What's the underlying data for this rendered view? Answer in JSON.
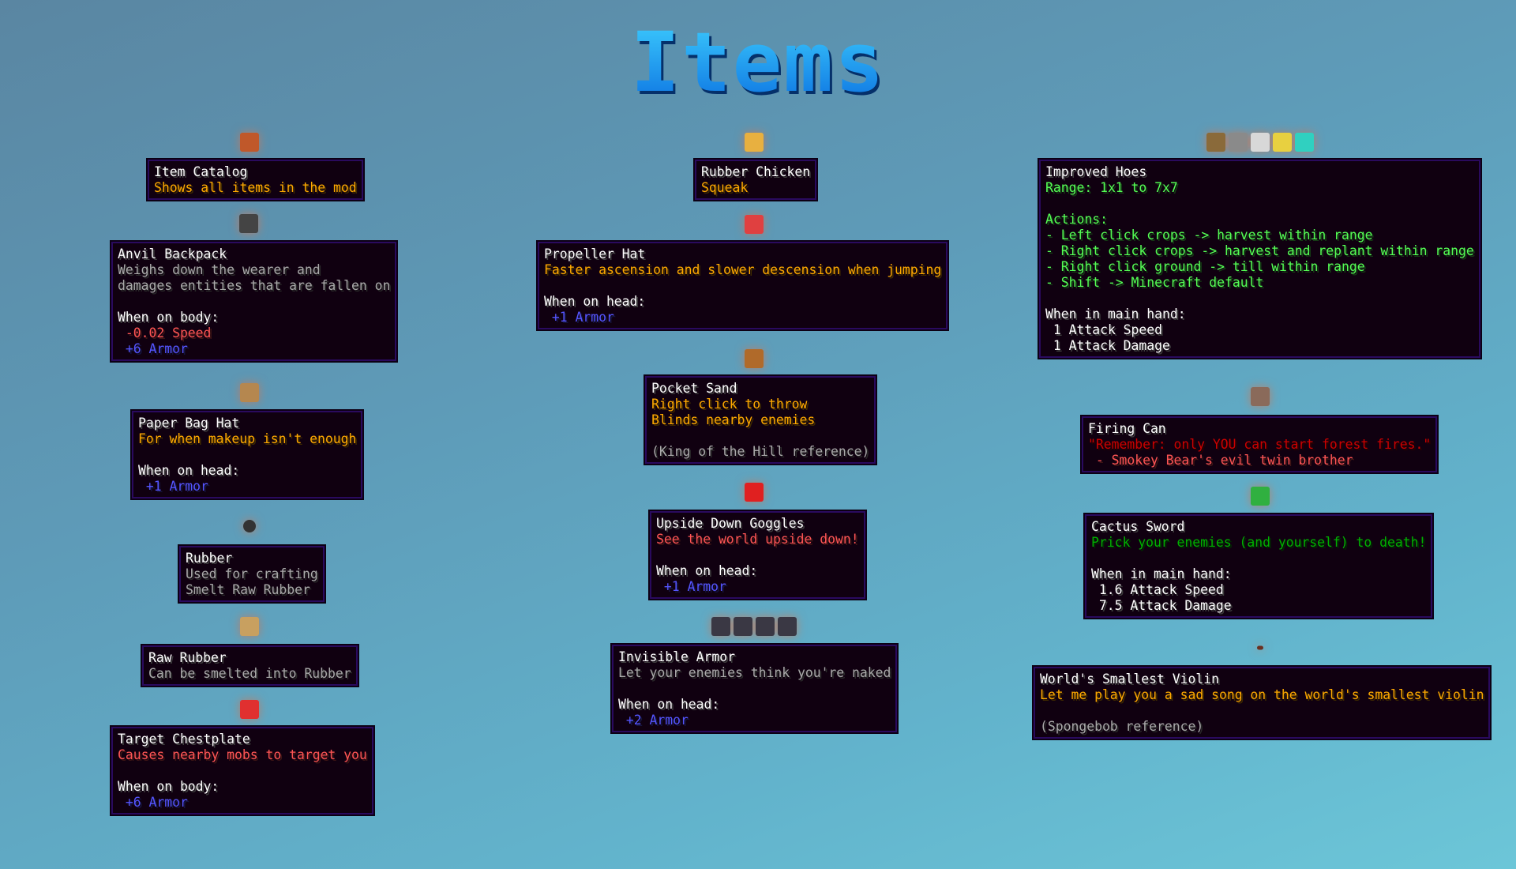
{
  "page_title": "Items",
  "items": [
    {
      "id": "item-catalog",
      "icon": "book-icon",
      "icon_color": "#c0582a",
      "icon_count": 1,
      "title": "Item Catalog",
      "lines": [
        {
          "t": "Shows all items in the mod",
          "c": "gold"
        }
      ]
    },
    {
      "id": "anvil-backpack",
      "icon": "anvil-icon",
      "icon_color": "#444444",
      "icon_count": 1,
      "title": "Anvil Backpack",
      "lines": [
        {
          "t": "Weighs down the wearer and",
          "c": "gray"
        },
        {
          "t": "damages entities that are fallen on",
          "c": "gray"
        },
        {
          "t": "",
          "c": "white"
        },
        {
          "t": "When on body:",
          "c": "white"
        },
        {
          "t": " -0.02 Speed",
          "c": "red"
        },
        {
          "t": " +6 Armor",
          "c": "blue"
        }
      ]
    },
    {
      "id": "paper-bag-hat",
      "icon": "paper-bag-icon",
      "icon_color": "#b5874f",
      "icon_count": 1,
      "title": "Paper Bag Hat",
      "lines": [
        {
          "t": "For when makeup isn't enough",
          "c": "gold"
        },
        {
          "t": "",
          "c": "white"
        },
        {
          "t": "When on head:",
          "c": "white"
        },
        {
          "t": " +1 Armor",
          "c": "blue"
        }
      ]
    },
    {
      "id": "rubber",
      "icon": "rubber-icon",
      "icon_color": "#333333",
      "icon_count": 1,
      "title": "Rubber",
      "lines": [
        {
          "t": "Used for crafting",
          "c": "gray"
        },
        {
          "t": "Smelt Raw Rubber",
          "c": "gray"
        }
      ]
    },
    {
      "id": "raw-rubber",
      "icon": "raw-rubber-icon",
      "icon_color": "#c8a060",
      "icon_count": 1,
      "title": "Raw Rubber",
      "lines": [
        {
          "t": "Can be smelted into Rubber",
          "c": "gray"
        }
      ]
    },
    {
      "id": "target-chestplate",
      "icon": "target-icon",
      "icon_color": "#e03030",
      "icon_count": 1,
      "title": "Target Chestplate",
      "lines": [
        {
          "t": "Causes nearby mobs to target you",
          "c": "red"
        },
        {
          "t": "",
          "c": "white"
        },
        {
          "t": "When on body:",
          "c": "white"
        },
        {
          "t": " +6 Armor",
          "c": "blue"
        }
      ]
    },
    {
      "id": "rubber-chicken",
      "icon": "rubber-chicken-icon",
      "icon_color": "#e8b040",
      "icon_count": 1,
      "title": "Rubber Chicken",
      "lines": [
        {
          "t": "Squeak",
          "c": "gold"
        }
      ]
    },
    {
      "id": "propeller-hat",
      "icon": "propeller-hat-icon",
      "icon_color": "#e04040",
      "icon_count": 1,
      "title": "Propeller Hat",
      "lines": [
        {
          "t": "Faster ascension and slower descension when jumping",
          "c": "gold"
        },
        {
          "t": "",
          "c": "white"
        },
        {
          "t": "When on head:",
          "c": "white"
        },
        {
          "t": " +1 Armor",
          "c": "blue"
        }
      ]
    },
    {
      "id": "pocket-sand",
      "icon": "sand-pouch-icon",
      "icon_color": "#b06a2a",
      "icon_count": 1,
      "title": "Pocket Sand",
      "lines": [
        {
          "t": "Right click to throw",
          "c": "gold"
        },
        {
          "t": "Blinds nearby enemies",
          "c": "gold"
        },
        {
          "t": "",
          "c": "white"
        },
        {
          "t": "(King of the Hill reference)",
          "c": "gray"
        }
      ]
    },
    {
      "id": "upside-down-goggles",
      "icon": "goggles-icon",
      "icon_color": "#e02020",
      "icon_count": 1,
      "title": "Upside Down Goggles",
      "lines": [
        {
          "t": "See the world upside down!",
          "c": "red"
        },
        {
          "t": "",
          "c": "white"
        },
        {
          "t": "When on head:",
          "c": "white"
        },
        {
          "t": " +1 Armor",
          "c": "blue"
        }
      ]
    },
    {
      "id": "invisible-armor",
      "icon": "armor-set-icon",
      "icon_color": "#3a3844",
      "icon_count": 4,
      "title": "Invisible Armor",
      "lines": [
        {
          "t": "Let your enemies think you're naked",
          "c": "gray"
        },
        {
          "t": "",
          "c": "white"
        },
        {
          "t": "When on head:",
          "c": "white"
        },
        {
          "t": " +2 Armor",
          "c": "blue"
        }
      ]
    },
    {
      "id": "improved-hoes",
      "icon": "hoe-icon",
      "icon_color": "#8a6a3a",
      "icon_count": 5,
      "title": "Improved Hoes",
      "lines": [
        {
          "t": "Range: 1x1 to 7x7",
          "c": "green"
        },
        {
          "t": "",
          "c": "white"
        },
        {
          "t": "Actions:",
          "c": "green"
        },
        {
          "t": "- Left click crops -> harvest within range",
          "c": "green"
        },
        {
          "t": "- Right click crops -> harvest and replant within range",
          "c": "green"
        },
        {
          "t": "- Right click ground -> till within range",
          "c": "green"
        },
        {
          "t": "- Shift -> Minecraft default",
          "c": "green"
        },
        {
          "t": "",
          "c": "white"
        },
        {
          "t": "When in main hand:",
          "c": "white"
        },
        {
          "t": " 1 Attack Speed",
          "c": "white"
        },
        {
          "t": " 1 Attack Damage",
          "c": "white"
        }
      ]
    },
    {
      "id": "firing-can",
      "icon": "watering-can-icon",
      "icon_color": "#8a6a5a",
      "icon_count": 1,
      "title": "Firing Can",
      "lines": [
        {
          "t": "\"Remember: only YOU can start forest fires.\"",
          "c": "darkred"
        },
        {
          "t": " - Smokey Bear's evil twin brother",
          "c": "red"
        }
      ]
    },
    {
      "id": "cactus-sword",
      "icon": "sword-icon",
      "icon_color": "#30b040",
      "icon_count": 1,
      "title": "Cactus Sword",
      "lines": [
        {
          "t": "Prick your enemies (and yourself) to death!",
          "c": "darkgreen"
        },
        {
          "t": "",
          "c": "white"
        },
        {
          "t": "When in main hand:",
          "c": "white"
        },
        {
          "t": " 1.6 Attack Speed",
          "c": "white"
        },
        {
          "t": " 7.5 Attack Damage",
          "c": "white"
        }
      ]
    },
    {
      "id": "worlds-smallest-violin",
      "icon": "violin-icon",
      "icon_color": "#6a3020",
      "icon_count": 1,
      "title": "World's Smallest Violin",
      "lines": [
        {
          "t": "Let me play you a sad song on the world's smallest violin",
          "c": "gold"
        },
        {
          "t": "",
          "c": "white"
        },
        {
          "t": "(Spongebob reference)",
          "c": "gray"
        }
      ]
    }
  ],
  "hoe_colors": [
    "#8a6a3a",
    "#8a8a8a",
    "#d8d8d8",
    "#e8d040",
    "#30d0c0"
  ]
}
